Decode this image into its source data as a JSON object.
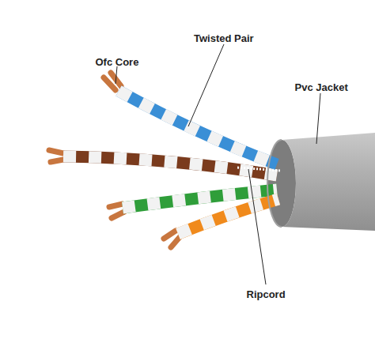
{
  "diagram": {
    "labels": [
      "Ofc Core",
      "Twisted Pair",
      "Pvc Jacket",
      "Ripcord"
    ]
  }
}
